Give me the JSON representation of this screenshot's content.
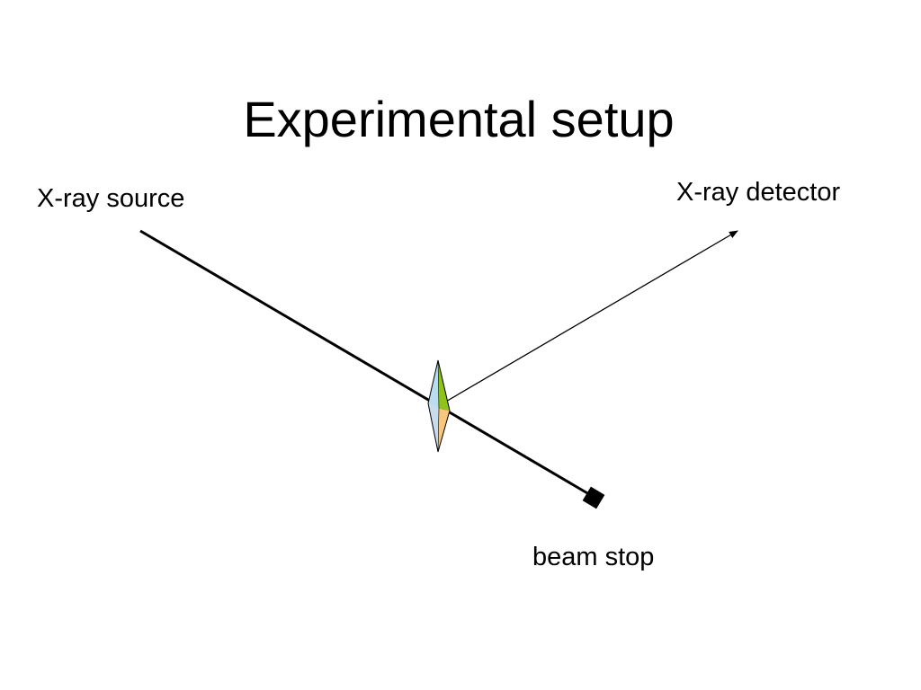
{
  "slide": {
    "title": "Experimental setup"
  },
  "labels": {
    "source": "X-ray source",
    "detector": "X-ray detector",
    "beam_stop": "beam stop"
  },
  "colors": {
    "crystal_top_left": "#b9dcef",
    "crystal_top_right": "#8fc21a",
    "crystal_bottom_left": "#c8dcec",
    "crystal_bottom_right": "#f7c77e",
    "beam": "#000000",
    "background": "#ffffff"
  }
}
